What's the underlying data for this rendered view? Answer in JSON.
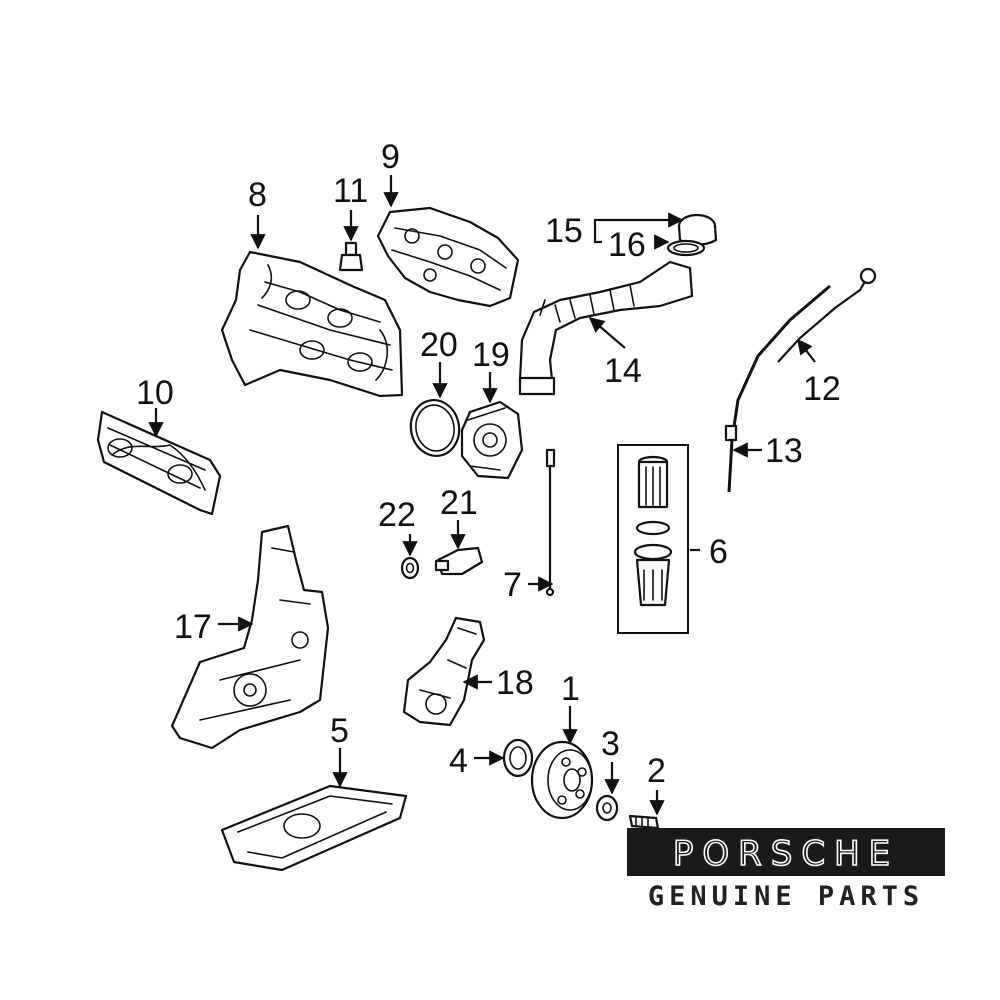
{
  "callouts": {
    "c1": "1",
    "c2": "2",
    "c3": "3",
    "c4": "4",
    "c5": "5",
    "c6": "6",
    "c7": "7",
    "c8": "8",
    "c9": "9",
    "c10": "10",
    "c11": "11",
    "c12": "12",
    "c13": "13",
    "c14": "14",
    "c15": "15",
    "c16": "16",
    "c17": "17",
    "c18": "18",
    "c19": "19",
    "c20": "20",
    "c21": "21",
    "c22": "22"
  },
  "logo": {
    "brand": "PORSCHE",
    "tagline": "GENUINE PARTS"
  }
}
